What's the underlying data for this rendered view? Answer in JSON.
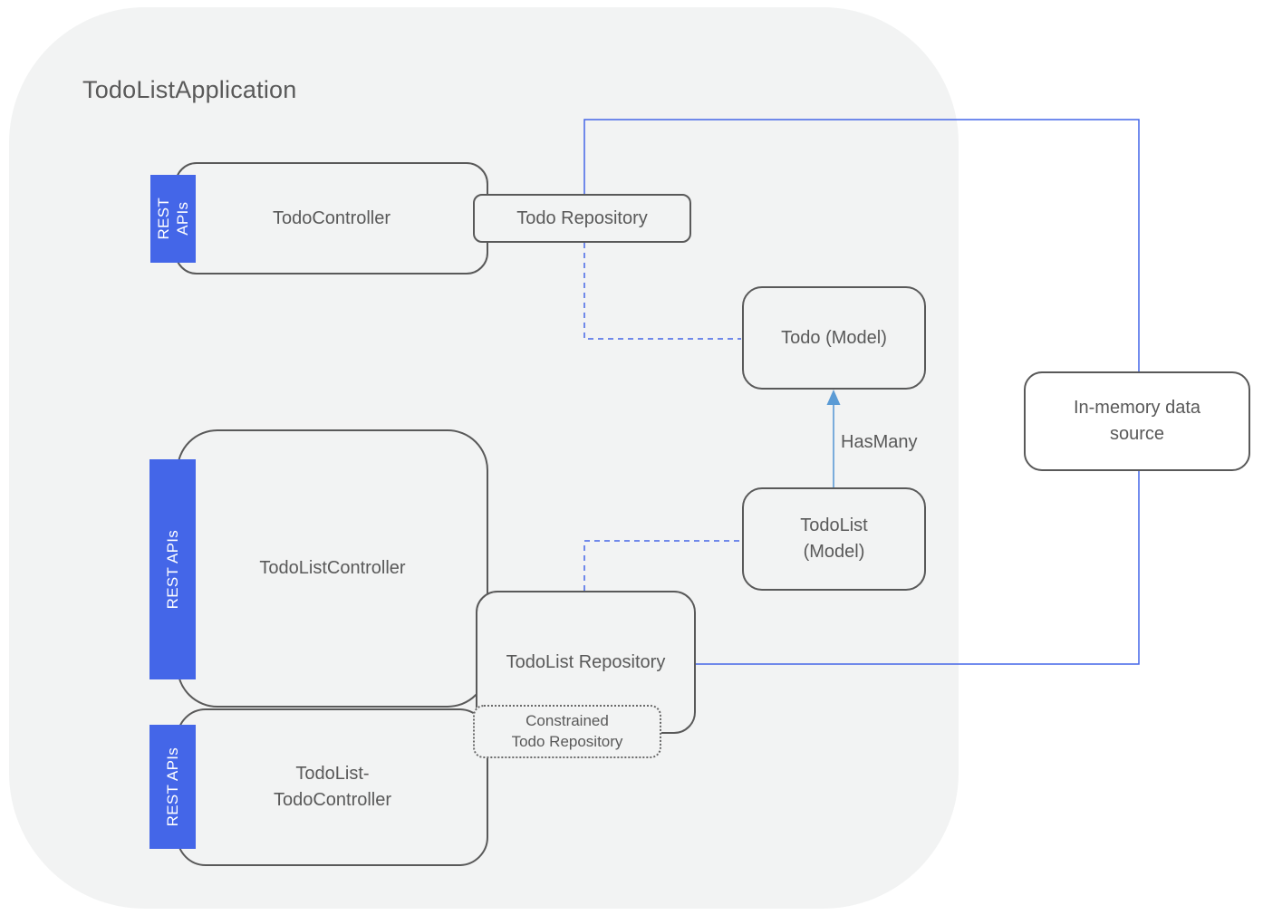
{
  "app": {
    "title": "TodoListApplication"
  },
  "colors": {
    "boundary_fill": "#f2f3f3",
    "node_border": "#595959",
    "node_text": "#595959",
    "rest_badge_blue": "#4466e8",
    "connector_blue": "#4466e8",
    "hasmany_arrow_blue": "#5B9BD5",
    "in_memory_fill": "#ffffff"
  },
  "badges": {
    "rest_two_line": [
      "REST",
      "APIs"
    ],
    "rest_single_line": "REST APIs"
  },
  "nodes": {
    "todo_controller": {
      "label": "TodoController"
    },
    "todo_repository": {
      "label": "Todo Repository"
    },
    "todo_model": {
      "label": "Todo (Model)"
    },
    "todolist_controller": {
      "label": "TodoListController"
    },
    "todolist_model": {
      "lines": [
        "TodoList",
        "(Model)"
      ]
    },
    "todolist_repository": {
      "label": "TodoList Repository"
    },
    "constrained_todo_repository": {
      "lines": [
        "Constrained",
        "Todo Repository"
      ]
    },
    "todolist_todo_controller": {
      "lines": [
        "TodoList-",
        "TodoController"
      ]
    },
    "in_memory_data_source": {
      "lines": [
        "In-memory data",
        "source"
      ]
    }
  },
  "connections": {
    "has_many_label": "HasMany"
  }
}
